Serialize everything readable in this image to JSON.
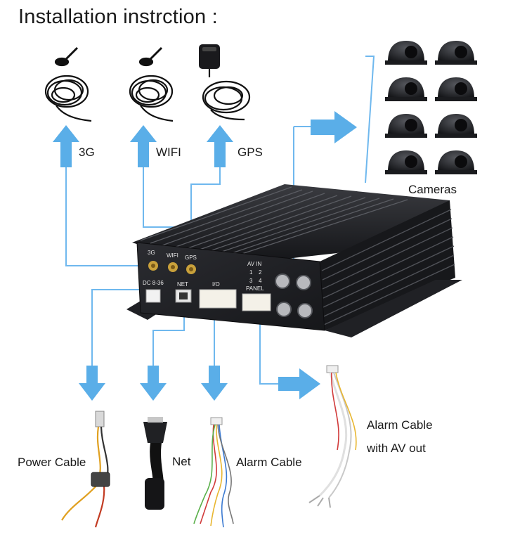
{
  "title": "Installation instrction :",
  "antennas": [
    {
      "label": "3G",
      "icon": "antenna-icon"
    },
    {
      "label": "WIFI",
      "icon": "antenna-icon"
    },
    {
      "label": "GPS",
      "icon": "gps-antenna-icon"
    }
  ],
  "cameras_label": "Cameras",
  "device": {
    "port_labels": {
      "g3": "3G",
      "wifi": "WIFI",
      "gps": "GPS",
      "dc": "DC 8-36",
      "net": "NET",
      "io": "I/O",
      "panel": "PANEL",
      "av_in": "AV IN",
      "av_nums": [
        "1",
        "2",
        "3",
        "4"
      ]
    }
  },
  "cables": {
    "power": "Power Cable",
    "net": "Net",
    "alarm": "Alarm Cable",
    "alarm_av_line1": "Alarm Cable",
    "alarm_av_line2": "with AV out"
  },
  "colors": {
    "arrow": "#5aaee8",
    "line": "#6fb8ee",
    "device": "#1c1d21",
    "camera": "#2a2b2f"
  }
}
